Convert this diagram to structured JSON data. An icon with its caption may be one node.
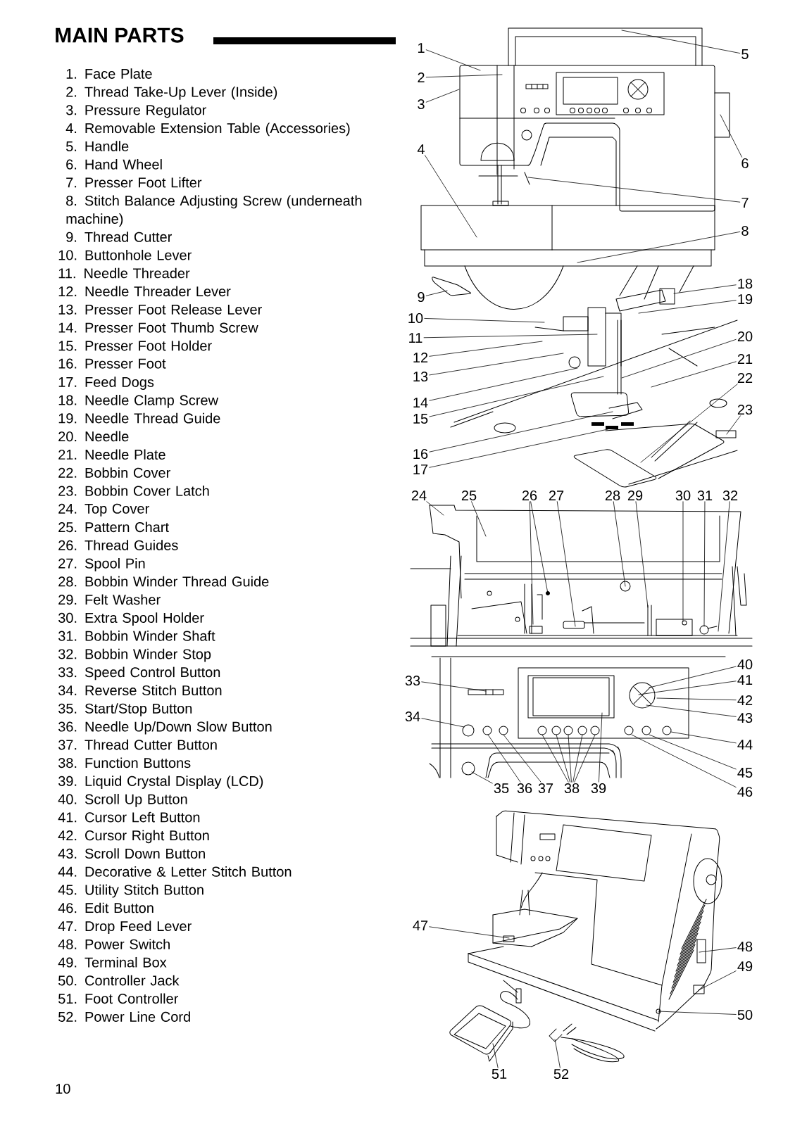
{
  "diagram": {
    "title": "MAIN PARTS",
    "nodes": [
      {
        "text": [
          "1"
        ]
      },
      {
        "text": [
          "2"
        ]
      },
      {
        "text": [
          "3"
        ]
      },
      {
        "text": [
          "4"
        ]
      },
      {
        "text": [
          "5"
        ]
      },
      {
        "text": [
          "6"
        ]
      },
      {
        "text": [
          "7"
        ]
      },
      {
        "text": [
          "8"
        ]
      },
      {
        "text": [
          "9"
        ]
      },
      {
        "text": [
          "10"
        ]
      },
      {
        "text": [
          "11"
        ]
      },
      {
        "text": [
          "12"
        ]
      },
      {
        "text": [
          "13"
        ]
      },
      {
        "text": [
          "14"
        ]
      },
      {
        "text": [
          "15"
        ]
      },
      {
        "text": [
          "16"
        ]
      },
      {
        "text": [
          "17"
        ]
      },
      {
        "text": [
          "18"
        ]
      },
      {
        "text": [
          "19"
        ]
      },
      {
        "text": [
          "20"
        ]
      },
      {
        "text": [
          "21"
        ]
      },
      {
        "text": [
          "22"
        ]
      },
      {
        "text": [
          "23"
        ]
      },
      {
        "text": [
          "24"
        ]
      },
      {
        "text": [
          "25"
        ]
      },
      {
        "text": [
          "26"
        ]
      },
      {
        "text": [
          "27"
        ]
      },
      {
        "text": [
          "28"
        ]
      },
      {
        "text": [
          "29"
        ]
      },
      {
        "text": [
          "30"
        ]
      },
      {
        "text": [
          "31"
        ]
      },
      {
        "text": [
          "32"
        ]
      },
      {
        "text": [
          "33"
        ]
      },
      {
        "text": [
          "34"
        ]
      },
      {
        "text": [
          "35"
        ]
      },
      {
        "text": [
          "36"
        ]
      },
      {
        "text": [
          "37"
        ]
      },
      {
        "text": [
          "38"
        ]
      },
      {
        "text": [
          "39"
        ]
      },
      {
        "text": [
          "40"
        ]
      },
      {
        "text": [
          "41"
        ]
      },
      {
        "text": [
          "42"
        ]
      },
      {
        "text": [
          "43"
        ]
      },
      {
        "text": [
          "44"
        ]
      },
      {
        "text": [
          "45"
        ]
      },
      {
        "text": [
          "46"
        ]
      },
      {
        "text": [
          "47"
        ]
      },
      {
        "text": [
          "48"
        ]
      },
      {
        "text": [
          "49"
        ]
      },
      {
        "text": [
          "50"
        ]
      },
      {
        "text": [
          "51"
        ]
      },
      {
        "text": [
          "52"
        ]
      },
      {
        "text": [],
        "shape": "picture"
      },
      {
        "text": [],
        "shape": "picture"
      },
      {
        "text": [],
        "shape": "picture"
      },
      {
        "text": [],
        "shape": "picture"
      },
      {
        "text": [],
        "shape": "picture"
      },
      {
        "text": [],
        "shape": "picture"
      },
      {
        "text": [],
        "shape": "picture"
      }
    ],
    "edges": [
      {
        "from": 0,
        "to": 52,
        "arrow": "none"
      },
      {
        "from": 1,
        "to": 52,
        "arrow": "none"
      },
      {
        "from": 2,
        "to": 52,
        "arrow": "none"
      },
      {
        "from": 3,
        "to": 52,
        "arrow": "none"
      },
      {
        "from": 4,
        "to": 52,
        "arrow": "none"
      },
      {
        "from": 5,
        "to": 52,
        "arrow": "none"
      },
      {
        "from": 6,
        "to": 52,
        "arrow": "none"
      },
      {
        "from": 7,
        "to": 52,
        "arrow": "none"
      },
      {
        "from": 8,
        "to": 53,
        "arrow": "none"
      },
      {
        "from": 9,
        "to": 53,
        "arrow": "none"
      },
      {
        "from": 10,
        "to": 53,
        "arrow": "none"
      },
      {
        "from": 11,
        "to": 53,
        "arrow": "none"
      },
      {
        "from": 12,
        "to": 53,
        "arrow": "none"
      },
      {
        "from": 13,
        "to": 53,
        "arrow": "none"
      },
      {
        "from": 14,
        "to": 53,
        "arrow": "none"
      },
      {
        "from": 15,
        "to": 53,
        "arrow": "none"
      },
      {
        "from": 16,
        "to": 53,
        "arrow": "none"
      },
      {
        "from": 17,
        "to": 53,
        "arrow": "none"
      },
      {
        "from": 18,
        "to": 53,
        "arrow": "none"
      },
      {
        "from": 19,
        "to": 53,
        "arrow": "none"
      },
      {
        "from": 20,
        "to": 53,
        "arrow": "none"
      },
      {
        "from": 21,
        "to": 53,
        "arrow": "none"
      },
      {
        "from": 22,
        "to": 53,
        "arrow": "none"
      },
      {
        "from": 23,
        "to": 54,
        "arrow": "none"
      },
      {
        "from": 24,
        "to": 54,
        "arrow": "none"
      },
      {
        "from": 25,
        "to": 54,
        "arrow": "none"
      },
      {
        "from": 25,
        "to": 54,
        "arrow": "none"
      },
      {
        "from": 26,
        "to": 54,
        "arrow": "none"
      },
      {
        "from": 27,
        "to": 54,
        "arrow": "none"
      },
      {
        "from": 28,
        "to": 54,
        "arrow": "none"
      },
      {
        "from": 29,
        "to": 54,
        "arrow": "none"
      },
      {
        "from": 30,
        "to": 54,
        "arrow": "none"
      },
      {
        "from": 31,
        "to": 54,
        "arrow": "none"
      },
      {
        "from": 32,
        "to": 55,
        "arrow": "none"
      },
      {
        "from": 33,
        "to": 55,
        "arrow": "none"
      },
      {
        "from": 34,
        "to": 55,
        "arrow": "none"
      },
      {
        "from": 35,
        "to": 55,
        "arrow": "none"
      },
      {
        "from": 36,
        "to": 55,
        "arrow": "none"
      },
      {
        "from": 37,
        "to": 55,
        "arrow": "none"
      },
      {
        "from": 37,
        "to": 55,
        "arrow": "none"
      },
      {
        "from": 37,
        "to": 55,
        "arrow": "none"
      },
      {
        "from": 37,
        "to": 55,
        "arrow": "none"
      },
      {
        "from": 37,
        "to": 55,
        "arrow": "none"
      },
      {
        "from": 38,
        "to": 55,
        "arrow": "none"
      },
      {
        "from": 39,
        "to": 55,
        "arrow": "none"
      },
      {
        "from": 40,
        "to": 55,
        "arrow": "none"
      },
      {
        "from": 41,
        "to": 55,
        "arrow": "none"
      },
      {
        "from": 42,
        "to": 55,
        "arrow": "none"
      },
      {
        "from": 43,
        "to": 55,
        "arrow": "none"
      },
      {
        "from": 44,
        "to": 55,
        "arrow": "none"
      },
      {
        "from": 45,
        "to": 55,
        "arrow": "none"
      },
      {
        "from": 46,
        "to": 56,
        "arrow": "none"
      },
      {
        "from": 47,
        "to": 56,
        "arrow": "none"
      },
      {
        "from": 48,
        "to": 56,
        "arrow": "none"
      },
      {
        "from": 49,
        "to": 56,
        "arrow": "none"
      },
      {
        "from": 50,
        "to": 57,
        "arrow": "none"
      },
      {
        "from": 51,
        "to": 58,
        "arrow": "none"
      }
    ],
    "labels": [
      "1. Face Plate",
      "2. Thread Take-Up Lever (Inside)",
      "3. Pressure Regulator",
      "4. Removable Extension Table (Accessories)",
      "5. Handle",
      "6. Hand Wheel",
      "7. Presser Foot Lifter",
      "8. Stitch Balance Adjusting Screw (underneath machine)",
      "9. Thread Cutter",
      "10. Buttonhole Lever",
      "11. Needle Threader",
      "12. Needle Threader Lever",
      "13. Presser Foot Release Lever",
      "14. Presser Foot Thumb Screw",
      "15. Presser Foot Holder",
      "16. Presser Foot",
      "17. Feed Dogs",
      "18. Needle Clamp Screw",
      "19. Needle Thread Guide",
      "20. Needle",
      "21. Needle Plate",
      "22. Bobbin Cover",
      "23. Bobbin Cover Latch",
      "24. Top Cover",
      "25. Pattern Chart",
      "26. Thread Guides",
      "27. Spool Pin",
      "28. Bobbin Winder Thread Guide",
      "29. Felt Washer",
      "30. Extra Spool Holder",
      "31. Bobbin Winder Shaft",
      "32. Bobbin Winder Stop",
      "33. Speed Control Button",
      "34. Reverse Stitch Button",
      "35. Start/Stop Button",
      "36. Needle Up/Down Slow Button",
      "37. Thread Cutter Button",
      "38. Function Buttons",
      "39. Liquid Crystal Display (LCD)",
      "40. Scroll Up Button",
      "41. Cursor Left Button",
      "42. Cursor Right Button",
      "43. Scroll Down Button",
      "44. Decorative & Letter Stitch Button",
      "45. Utility Stitch Button",
      "46. Edit Button",
      "47. Drop Feed Lever",
      "48. Power Switch",
      "49. Terminal Box",
      "50. Controller Jack",
      "51. Foot Controller",
      "52. Power Line Cord",
      "10"
    ]
  }
}
